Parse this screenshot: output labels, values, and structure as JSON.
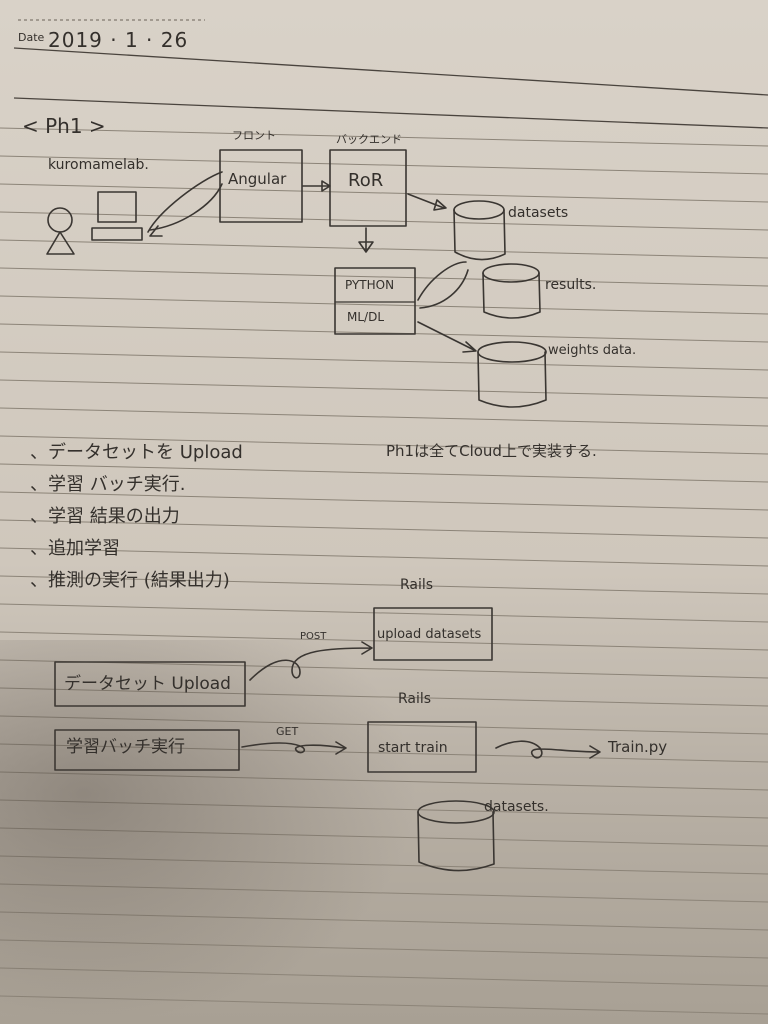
{
  "header": {
    "date_label": "Date",
    "date_value": "2019 · 1 · 26"
  },
  "section_title": "< Ph1 >",
  "architecture": {
    "user_label": "kuromamelab.",
    "front_label": "フロント",
    "back_label": "バックエンド",
    "angular": "Angular",
    "rails": "RoR",
    "python_line1": "PYTHON",
    "python_line2": "ML/DL",
    "db_datasets": "datasets",
    "db_results": "results.",
    "db_weights": "weights data."
  },
  "tasks": [
    "、データセットを Upload",
    "、学習 バッチ実行.",
    "、学習 結果の出力",
    "、追加学習",
    "、推測の実行 (結果出力)"
  ],
  "note": "Ph1は全てCloud上で実装する.",
  "flow": {
    "upload_box": "データセット Upload",
    "post_label": "POST",
    "rails_label_1": "Rails",
    "upload_endpoint": "upload datasets",
    "train_box": "学習バッチ実行",
    "get_label": "GET",
    "rails_label_2": "Rails",
    "train_endpoint": "start train",
    "train_script": "Train.py",
    "datasets_label": "datasets."
  }
}
